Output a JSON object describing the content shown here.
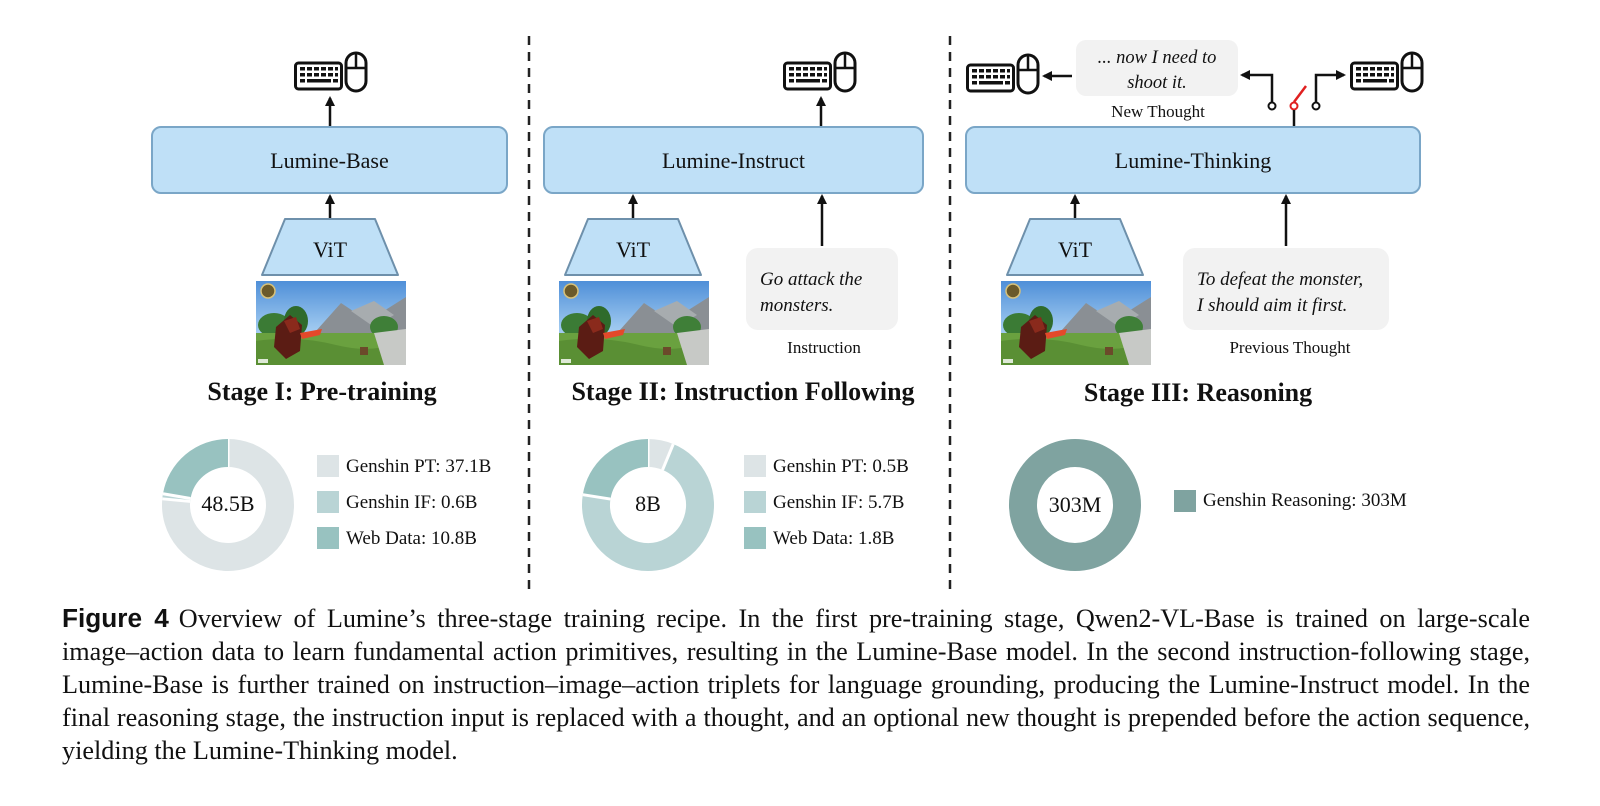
{
  "colors": {
    "box_fill": "#bfe0f7",
    "box_stroke": "#7aa6c7",
    "bubble_fill": "#f2f2f2",
    "donut_pt": "#dde4e6",
    "donut_if": "#b9d4d5",
    "donut_web": "#98c2c0",
    "donut_reasoning": "#7fa3a0",
    "switch_red": "#e02020"
  },
  "stages": [
    {
      "model": "Lumine-Base",
      "encoder": "ViT",
      "title": "Stage I: Pre-training",
      "total": "48.5B",
      "legend": [
        "Genshin PT: 37.1B",
        "Genshin IF: 0.6B",
        "Web Data: 10.8B"
      ]
    },
    {
      "model": "Lumine-Instruct",
      "encoder": "ViT",
      "title": "Stage II: Instruction Following",
      "total": "8B",
      "bubble": [
        "Go attack the",
        "monsters."
      ],
      "bubble_caption": "Instruction",
      "legend": [
        "Genshin PT: 0.5B",
        "Genshin IF: 5.7B",
        "Web Data: 1.8B"
      ]
    },
    {
      "model": "Lumine-Thinking",
      "encoder": "ViT",
      "title": "Stage III: Reasoning",
      "total": "303M",
      "bubble": [
        "To defeat the monster,",
        "I should aim it first."
      ],
      "bubble_caption": "Previous Thought",
      "top_bubble": [
        "... now I need to",
        "shoot it."
      ],
      "top_caption": "New Thought",
      "legend": [
        "Genshin Reasoning: 303M"
      ]
    }
  ],
  "chart_data": [
    {
      "type": "pie",
      "total_label": "48.5B",
      "categories": [
        "Genshin PT",
        "Genshin IF",
        "Web Data"
      ],
      "values": [
        37.1,
        0.6,
        10.8
      ],
      "colors": [
        "#dde4e6",
        "#b9d4d5",
        "#98c2c0"
      ]
    },
    {
      "type": "pie",
      "total_label": "8B",
      "categories": [
        "Genshin PT",
        "Genshin IF",
        "Web Data"
      ],
      "values": [
        0.5,
        5.7,
        1.8
      ],
      "colors": [
        "#dde4e6",
        "#b9d4d5",
        "#98c2c0"
      ]
    },
    {
      "type": "pie",
      "total_label": "303M",
      "categories": [
        "Genshin Reasoning"
      ],
      "values": [
        303
      ],
      "colors": [
        "#7fa3a0"
      ]
    }
  ],
  "caption": {
    "label": "Figure 4",
    "text": "Overview of Lumine’s three-stage training recipe. In the first pre-training stage, Qwen2-VL-Base is trained on large-scale image–action data to learn fundamental action primitives, resulting in the Lumine-Base model. In the second instruction-following stage, Lumine-Base is further trained on instruction–image–action triplets for language grounding, producing the Lumine-Instruct model. In the final reasoning stage, the instruction input is replaced with a thought, and an optional new thought is prepended before the action sequence, yielding the Lumine-Thinking model."
  }
}
